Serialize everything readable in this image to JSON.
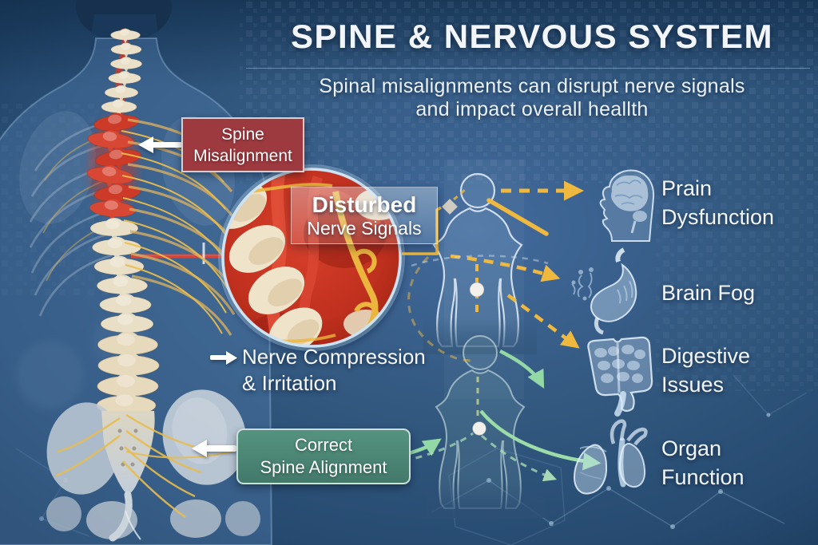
{
  "header": {
    "title": "SPINE & NERVOUS SYSTEM",
    "subtitle_line1": "Spinal misalignments can disrupt nerve signals",
    "subtitle_line2": "and impact overall heallth"
  },
  "callouts": {
    "spine_misalignment": {
      "line1": "Spine",
      "line2": "Misalignment"
    },
    "disturbed_nerve_signals": {
      "line1": "Disturbed",
      "line2": "Nerve Signals"
    },
    "nerve_compression": {
      "line1": "Nerve Compression",
      "line2": "& Irritation"
    },
    "correct_spine_alignment": {
      "line1": "Correct",
      "line2": "Spine Alignment"
    }
  },
  "effects": [
    {
      "id": "brain-dysfunction",
      "icon": "head-brain-icon",
      "line1": "Prain",
      "line2": "Dysfunction"
    },
    {
      "id": "brain-fog",
      "icon": "stomach-icon",
      "line1": "Brain Fog",
      "line2": ""
    },
    {
      "id": "digestive-issues",
      "icon": "intestines-icon",
      "line1": "Digestive",
      "line2": "Issues"
    },
    {
      "id": "organ-function",
      "icon": "lungs-icon",
      "line1": "Organ",
      "line2": "Function"
    }
  ],
  "colors": {
    "background_blue": "#2F5580",
    "accent_orange": "#EFB93F",
    "accent_green": "#93D9A6",
    "misalignment_red": "#CE3A28",
    "red_callout_bg": "#9D3A40",
    "teal_callout_bg": "#4D8A7B",
    "bone_cream": "#E9DFC6",
    "organ_icon_blue": "#CFE4F5",
    "text_white": "#F2F6FA"
  }
}
